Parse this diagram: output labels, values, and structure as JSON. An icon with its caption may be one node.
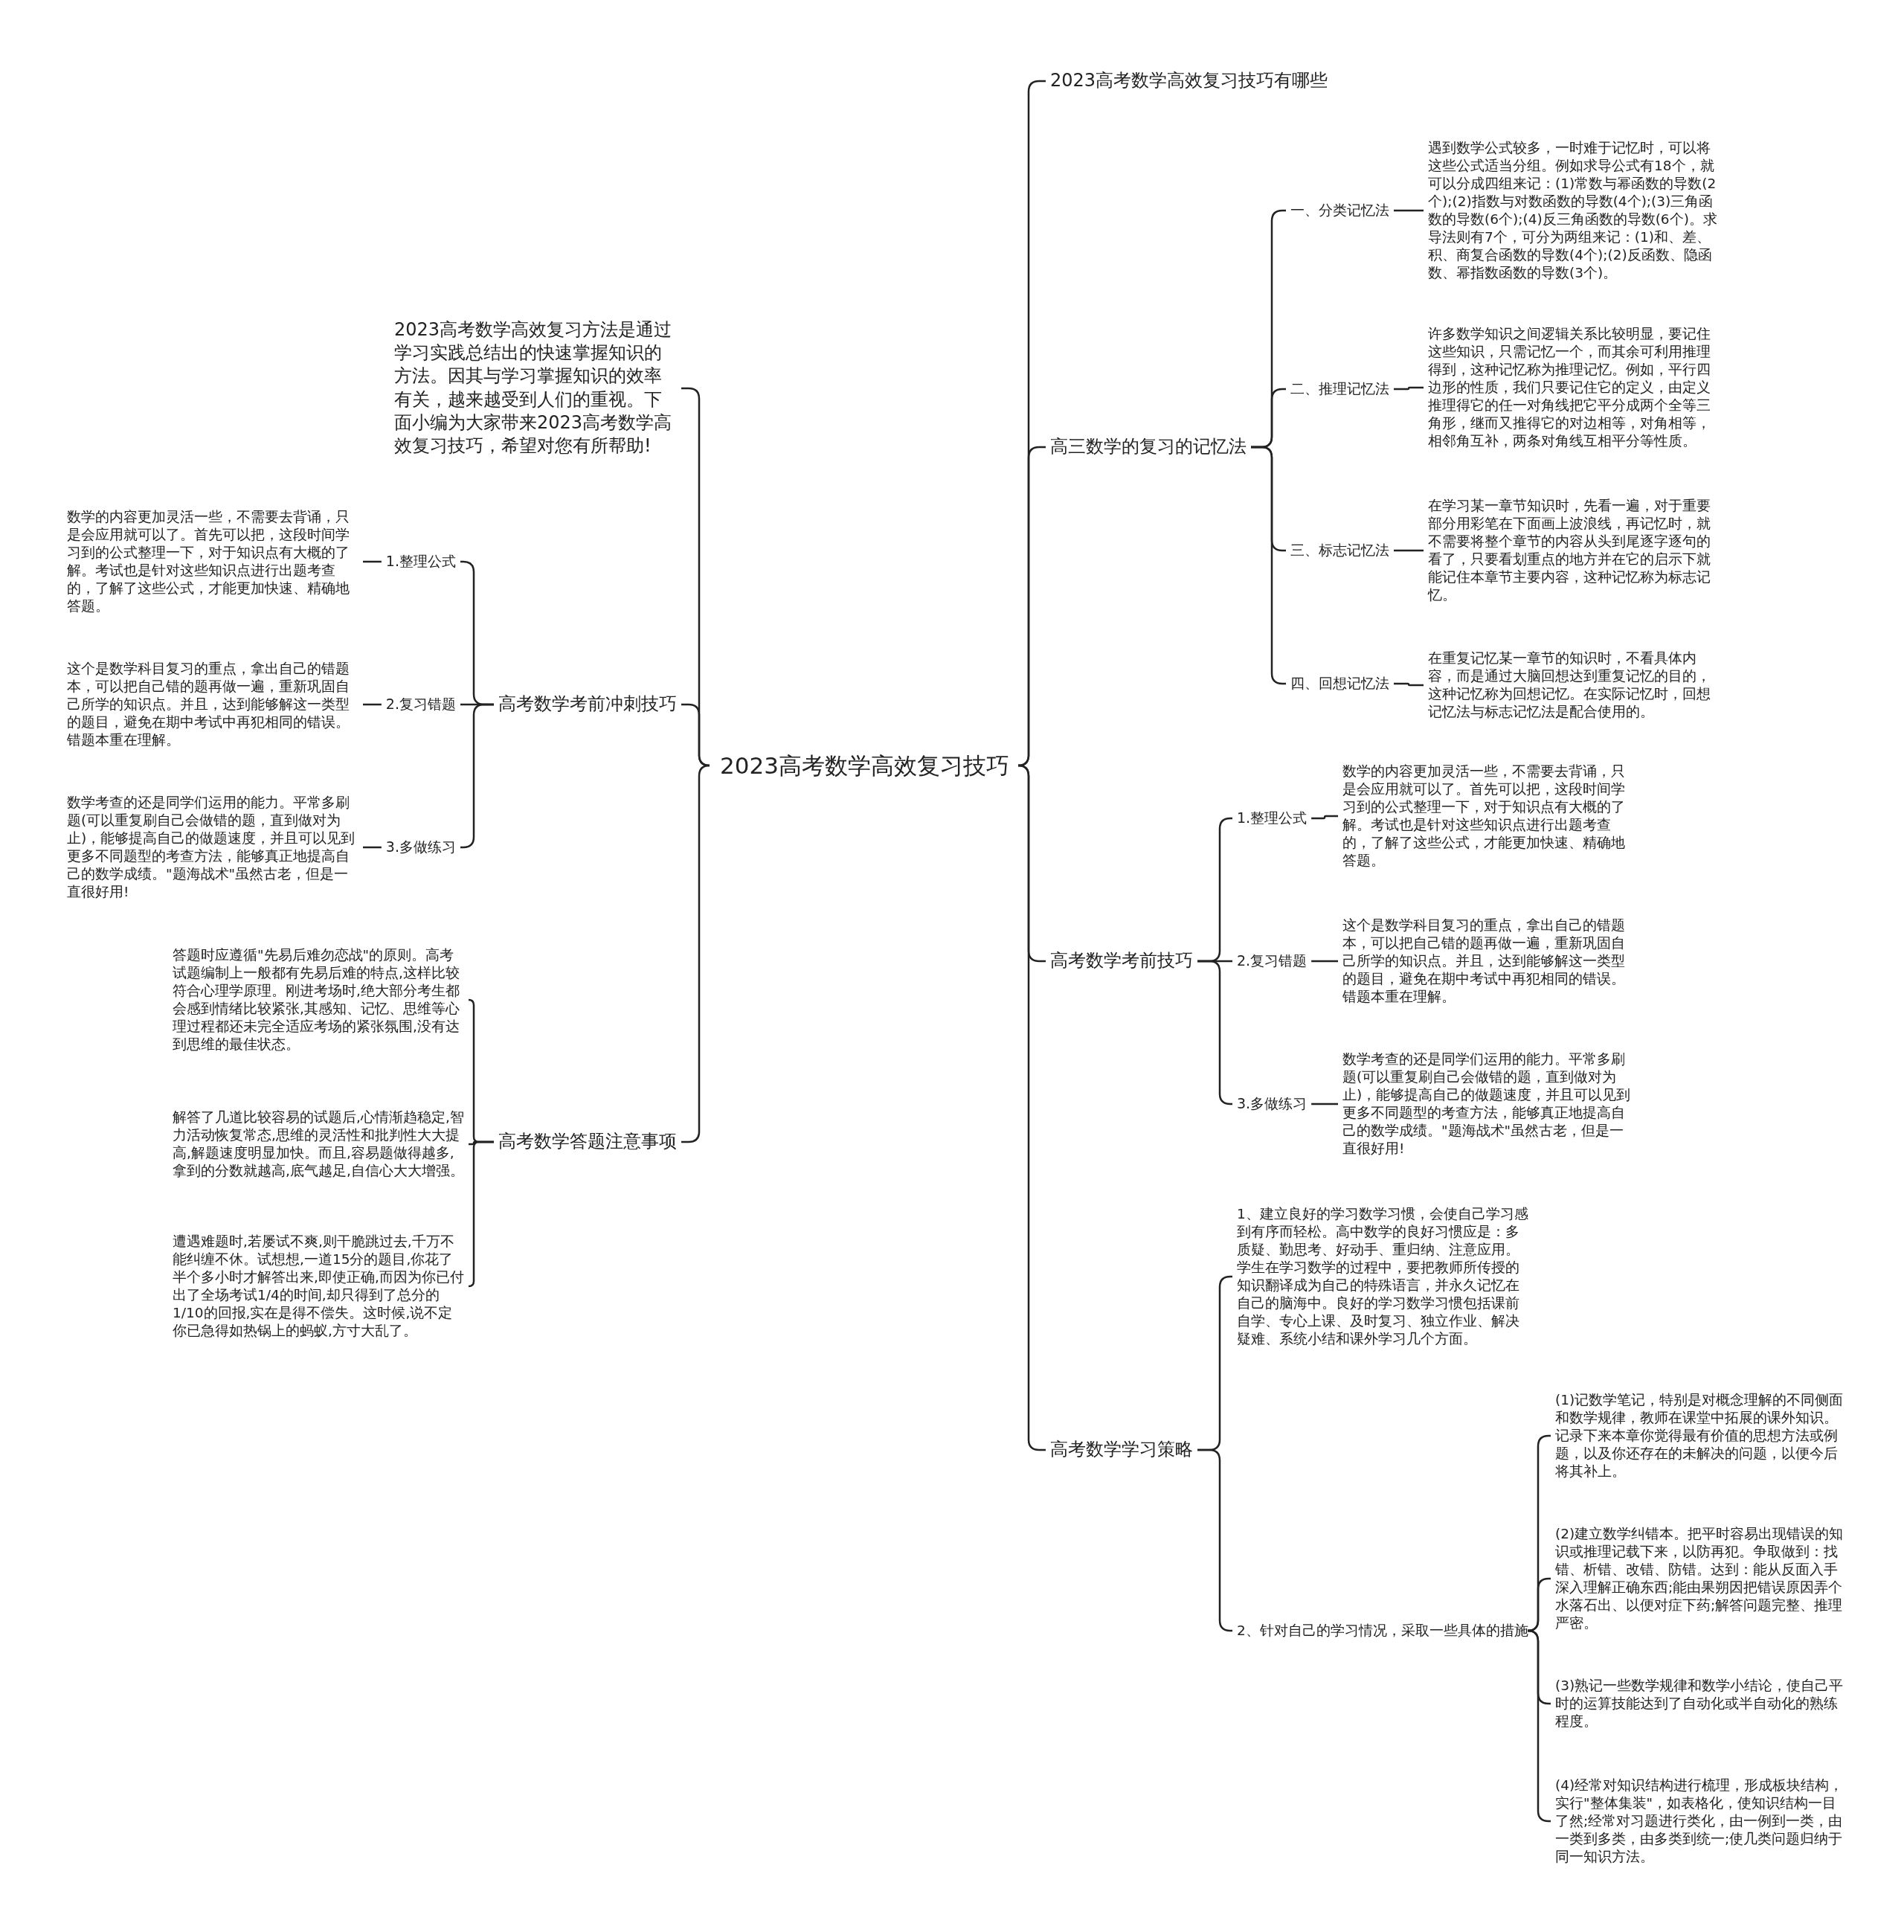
{
  "diagram": {
    "nodes": [
      {
        "text": [
          "2023高考数学高效复习技巧"
        ]
      },
      {
        "text": [
          "2023高考数学高效复习技巧有哪些"
        ]
      },
      {
        "text": [
          "高三数学的复习的记忆法"
        ]
      },
      {
        "text": [
          "一、分类记忆法"
        ]
      },
      {
        "text": [
          "遇到数学公式较多，一时难于记忆时，可以将这些公式适当分组。例如求导公式有18个，就可以分成四组来记：(1)常数与幂函数的导数(2个);(2)指数与对数函数的导数(4个);(3)三角函数的导数(6个);(4)反三角函数的导数(6个)。求导法则有7个，可分为两组来记：(1)和、差、积、商复合函数的导数(4个);(2)反函数、隐函数、幂指数函数的导数(3个)。"
        ]
      },
      {
        "text": [
          "二、推理记忆法"
        ]
      },
      {
        "text": [
          "许多数学知识之间逻辑关系比较明显，要记住这些知识，只需记忆一个，而其余可利用推理得到，这种记忆称为推理记忆。例如，平行四边形的性质，我们只要记住它的定义，由定义推理得它的任一对角线把它平分成两个全等三角形，继而又推得它的对边相等，对角相等，相邻角互补，两条对角线互相平分等性质。"
        ]
      },
      {
        "text": [
          "三、标志记忆法"
        ]
      },
      {
        "text": [
          "在学习某一章节知识时，先看一遍，对于重要部分用彩笔在下面画上波浪线，再记忆时，就不需要将整个章节的内容从头到尾逐字逐句的看了，只要看划重点的地方并在它的启示下就能记住本章节主要内容，这种记忆称为标志记忆。"
        ]
      },
      {
        "text": [
          "四、回想记忆法"
        ]
      },
      {
        "text": [
          "在重复记忆某一章节的知识时，不看具体内容，而是通过大脑回想达到重复记忆的目的，这种记忆称为回想记忆。在实际记忆时，回想记忆法与标志记忆法是配合使用的。"
        ]
      },
      {
        "text": [
          "高考数学考前技巧"
        ]
      },
      {
        "text": [
          "1.整理公式"
        ]
      },
      {
        "text": [
          "数学的内容更加灵活一些，不需要去背诵，只是会应用就可以了。首先可以把，这段时间学习到的公式整理一下，对于知识点有大概的了解。考试也是针对这些知识点进行出题考查的，了解了这些公式，才能更加快速、精确地答题。"
        ]
      },
      {
        "text": [
          "2.复习错题"
        ]
      },
      {
        "text": [
          "这个是数学科目复习的重点，拿出自己的错题本，可以把自己错的题再做一遍，重新巩固自己所学的知识点。并且，达到能够解这一类型的题目，避免在期中考试中再犯相同的错误。错题本重在理解。"
        ]
      },
      {
        "text": [
          "3.多做练习"
        ]
      },
      {
        "text": [
          "数学考查的还是同学们运用的能力。平常多刷题(可以重复刷自己会做错的题，直到做对为止)，能够提高自己的做题速度，并且可以见到更多不同题型的考查方法，能够真正地提高自己的数学成绩。\"题海战术\"虽然古老，但是一直很好用!"
        ]
      },
      {
        "text": [
          "高考数学学习策略"
        ]
      },
      {
        "text": [
          "1、建立良好的学习数学习惯，会使自己学习感到有序而轻松。高中数学的良好习惯应是：多质疑、勤思考、好动手、重归纳、注意应用。学生在学习数学的过程中，要把教师所传授的知识翻译成为自己的特殊语言，并永久记忆在自己的脑海中。良好的学习数学习惯包括课前自学、专心上课、及时复习、独立作业、解决疑难、系统小结和课外学习几个方面。"
        ]
      },
      {
        "text": [
          "2、针对自己的学习情况，采取一些具体的措施"
        ]
      },
      {
        "text": [
          "(1)记数学笔记，特别是对概念理解的不同侧面和数学规律，教师在课堂中拓展的课外知识。记录下来本章你觉得最有价值的思想方法或例题，以及你还存在的未解决的问题，以便今后将其补上。"
        ]
      },
      {
        "text": [
          "(2)建立数学纠错本。把平时容易出现错误的知识或推理记载下来，以防再犯。争取做到：找错、析错、改错、防错。达到：能从反面入手深入理解正确东西;能由果朔因把错误原因弄个水落石出、以便对症下药;解答问题完整、推理严密。"
        ]
      },
      {
        "text": [
          "(3)熟记一些数学规律和数学小结论，使自己平时的运算技能达到了自动化或半自动化的熟练程度。"
        ]
      },
      {
        "text": [
          "(4)经常对知识结构进行梳理，形成板块结构，实行\"整体集装\"，如表格化，使知识结构一目了然;经常对习题进行类化，由一例到一类，由一类到多类，由多类到统一;使几类问题归纳于同一知识方法。"
        ]
      },
      {
        "text": [
          "2023高考数学高效复习方法是通过学习实践总结出的快速掌握知识的方法。因其与学习掌握知识的效率有关，越来越受到人们的重视。下面小编为大家带来2023高考数学高效复习技巧，希望对您有所帮助!"
        ]
      },
      {
        "text": [
          "高考数学考前冲刺技巧"
        ]
      },
      {
        "text": [
          "1.整理公式"
        ]
      },
      {
        "text": [
          "数学的内容更加灵活一些，不需要去背诵，只是会应用就可以了。首先可以把，这段时间学习到的公式整理一下，对于知识点有大概的了解。考试也是针对这些知识点进行出题考查的，了解了这些公式，才能更加快速、精确地答题。"
        ]
      },
      {
        "text": [
          "2.复习错题"
        ]
      },
      {
        "text": [
          "这个是数学科目复习的重点，拿出自己的错题本，可以把自己错的题再做一遍，重新巩固自己所学的知识点。并且，达到能够解这一类型的题目，避免在期中考试中再犯相同的错误。错题本重在理解。"
        ]
      },
      {
        "text": [
          "3.多做练习"
        ]
      },
      {
        "text": [
          "数学考查的还是同学们运用的能力。平常多刷题(可以重复刷自己会做错的题，直到做对为止)，能够提高自己的做题速度，并且可以见到更多不同题型的考查方法，能够真正地提高自己的数学成绩。\"题海战术\"虽然古老，但是一直很好用!"
        ]
      },
      {
        "text": [
          "高考数学答题注意事项"
        ]
      },
      {
        "text": [
          "答题时应遵循\"先易后难勿恋战\"的原则。高考试题编制上一般都有先易后难的特点,这样比较符合心理学原理。刚进考场时,绝大部分考生都会感到情绪比较紧张,其感知、记忆、思维等心理过程都还未完全适应考场的紧张氛围,没有达到思维的最佳状态。"
        ]
      },
      {
        "text": [
          "解答了几道比较容易的试题后,心情渐趋稳定,智力活动恢复常态,思维的灵活性和批判性大大提高,解题速度明显加快。而且,容易题做得越多,拿到的分数就越高,底气越足,自信心大大增强。"
        ]
      },
      {
        "text": [
          "遭遇难题时,若屡试不爽,则干脆跳过去,千万不能纠缠不休。试想想,一道15分的题目,你花了半个多小时才解答出来,即使正确,而因为你已付出了全场考试1/4的时间,却只得到了总分的1/10的回报,实在是得不偿失。这时候,说不定你已急得如热锅上的蚂蚁,方寸大乱了。"
        ]
      }
    ],
    "edges": [
      {
        "from": 0,
        "to": 1,
        "arrow": "none"
      },
      {
        "from": 0,
        "to": 2,
        "arrow": "none"
      },
      {
        "from": 2,
        "to": 3,
        "arrow": "none"
      },
      {
        "from": 3,
        "to": 4,
        "arrow": "none"
      },
      {
        "from": 2,
        "to": 5,
        "arrow": "none"
      },
      {
        "from": 5,
        "to": 6,
        "arrow": "none"
      },
      {
        "from": 2,
        "to": 7,
        "arrow": "none"
      },
      {
        "from": 7,
        "to": 8,
        "arrow": "none"
      },
      {
        "from": 2,
        "to": 9,
        "arrow": "none"
      },
      {
        "from": 9,
        "to": 10,
        "arrow": "none"
      },
      {
        "from": 0,
        "to": 11,
        "arrow": "none"
      },
      {
        "from": 11,
        "to": 12,
        "arrow": "none"
      },
      {
        "from": 12,
        "to": 13,
        "arrow": "none"
      },
      {
        "from": 11,
        "to": 14,
        "arrow": "none"
      },
      {
        "from": 14,
        "to": 15,
        "arrow": "none"
      },
      {
        "from": 11,
        "to": 16,
        "arrow": "none"
      },
      {
        "from": 16,
        "to": 17,
        "arrow": "none"
      },
      {
        "from": 0,
        "to": 18,
        "arrow": "none"
      },
      {
        "from": 18,
        "to": 19,
        "arrow": "none"
      },
      {
        "from": 18,
        "to": 20,
        "arrow": "none"
      },
      {
        "from": 20,
        "to": 21,
        "arrow": "none"
      },
      {
        "from": 20,
        "to": 22,
        "arrow": "none"
      },
      {
        "from": 20,
        "to": 23,
        "arrow": "none"
      },
      {
        "from": 20,
        "to": 24,
        "arrow": "none"
      },
      {
        "from": 0,
        "to": 25,
        "arrow": "none"
      },
      {
        "from": 0,
        "to": 26,
        "arrow": "none"
      },
      {
        "from": 26,
        "to": 27,
        "arrow": "none"
      },
      {
        "from": 27,
        "to": 28,
        "arrow": "none"
      },
      {
        "from": 26,
        "to": 29,
        "arrow": "none"
      },
      {
        "from": 29,
        "to": 30,
        "arrow": "none"
      },
      {
        "from": 26,
        "to": 31,
        "arrow": "none"
      },
      {
        "from": 31,
        "to": 32,
        "arrow": "none"
      },
      {
        "from": 0,
        "to": 33,
        "arrow": "none"
      },
      {
        "from": 33,
        "to": 34,
        "arrow": "none"
      },
      {
        "from": 33,
        "to": 35,
        "arrow": "none"
      },
      {
        "from": 33,
        "to": 36,
        "arrow": "none"
      }
    ]
  }
}
